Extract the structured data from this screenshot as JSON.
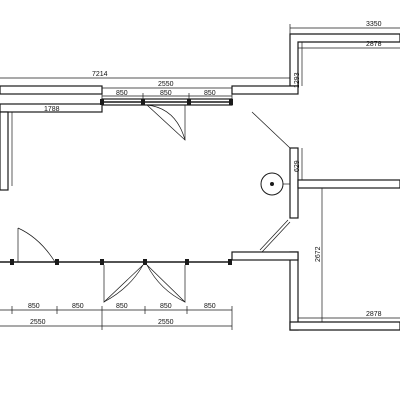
{
  "colors": {
    "line": "#1a1a1a",
    "background": "#ffffff"
  },
  "dimensions": {
    "top_right_total": "3350",
    "top_right_inner": "2878",
    "top_overall": "7214",
    "top_group": "2550",
    "top_seg_1": "850",
    "top_seg_2": "850",
    "top_seg_3": "850",
    "left_wall": "1788",
    "right_vertical_upper": "1293",
    "right_vertical_mid": "629",
    "right_vertical_lower": "2672",
    "bottom_right_inner": "2878",
    "bottom_seg_1": "850",
    "bottom_seg_2": "850",
    "bottom_seg_3": "850",
    "bottom_seg_4": "850",
    "bottom_seg_5": "850",
    "bottom_group_1": "2550",
    "bottom_group_2": "2550"
  }
}
